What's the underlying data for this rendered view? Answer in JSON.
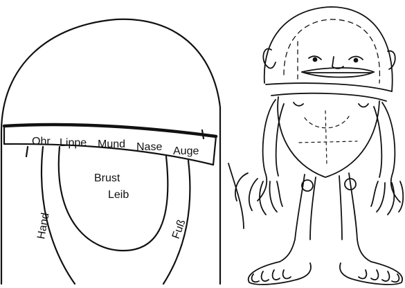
{
  "band_labels": [
    "Ohr",
    "Lippe",
    "Mund",
    "Nase",
    "Auge"
  ],
  "inner_labels": {
    "brust": "Brust",
    "leib": "Leib"
  },
  "side_labels": {
    "hand": "Hand",
    "fuss": "Fuß"
  },
  "colors": {
    "ink": "#111111",
    "background": "#ffffff"
  }
}
